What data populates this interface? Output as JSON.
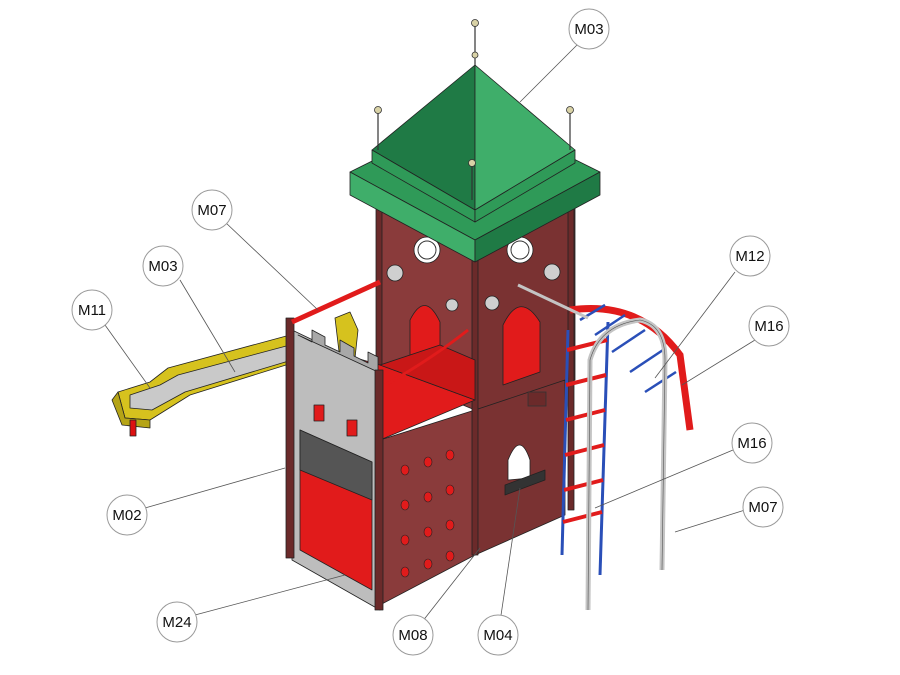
{
  "diagram": {
    "subject": "playground-tower-with-slide",
    "callouts": [
      {
        "id": "m03-roof",
        "label": "M03"
      },
      {
        "id": "m07-rail",
        "label": "M07"
      },
      {
        "id": "m03-slide",
        "label": "M03"
      },
      {
        "id": "m11",
        "label": "M11"
      },
      {
        "id": "m12",
        "label": "M12"
      },
      {
        "id": "m16-arch",
        "label": "M16"
      },
      {
        "id": "m16-ladder",
        "label": "M16"
      },
      {
        "id": "m07-bar",
        "label": "M07"
      },
      {
        "id": "m02",
        "label": "M02"
      },
      {
        "id": "m24",
        "label": "M24"
      },
      {
        "id": "m08",
        "label": "M08"
      },
      {
        "id": "m04",
        "label": "M04"
      }
    ],
    "colors": {
      "roof_green": "#3fae6a",
      "roof_dark": "#1f7a45",
      "panel_maroon": "#8a3b3b",
      "panel_dark": "#6b2a2a",
      "floor_red": "#e11b1b",
      "slide_yellow": "#d6c21e",
      "slide_metal": "#c9c9c9",
      "facade_grey": "#b9b9b9",
      "ladder_blue": "#2a4fb8",
      "bar_grey": "#c4c4c4"
    }
  }
}
